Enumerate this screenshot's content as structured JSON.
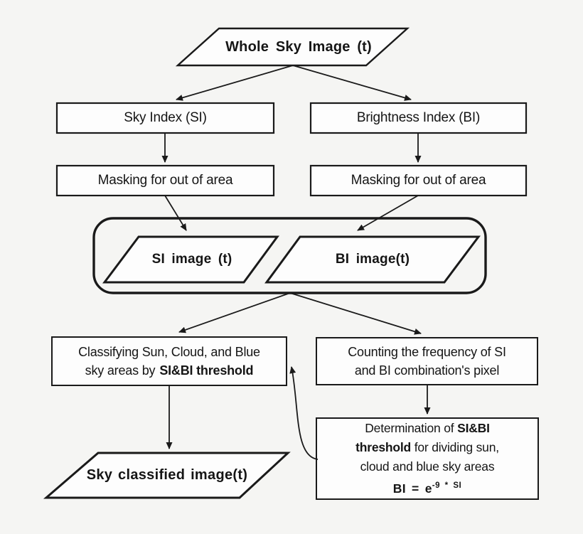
{
  "figure": {
    "type": "flowchart",
    "background_color": "#f5f5f3",
    "ink_color": "#1a1a1a",
    "node_fill_color": "#fdfdfd"
  },
  "nodes": {
    "whole_sky": {
      "label": "Whole Sky Image (t)",
      "shape": "parallelogram"
    },
    "sky_index": {
      "label": "Sky Index (SI)",
      "shape": "rect"
    },
    "brightness_index": {
      "label": "Brightness Index (BI)",
      "shape": "rect"
    },
    "masking_left": {
      "label": "Masking for out of area",
      "shape": "rect"
    },
    "masking_right": {
      "label": "Masking for out of area",
      "shape": "rect"
    },
    "si_image": {
      "label": "SI image (t)",
      "shape": "parallelogram"
    },
    "bi_image": {
      "label": "BI image(t)",
      "shape": "parallelogram"
    },
    "classify": {
      "shape": "rect",
      "line1": "Classifying Sun, Cloud, and Blue",
      "line2_normal": "sky areas by",
      "line2_bold": "SI&BI threshold"
    },
    "counting": {
      "shape": "rect",
      "line1": "Counting the frequency of SI",
      "line2": "and BI combination's pixel"
    },
    "determination": {
      "shape": "rect",
      "line1_normal": "Determination of",
      "line1_bold": "SI&BI",
      "line2_bold": "threshold",
      "line2_normal": "for dividing sun,",
      "line3": "cloud and blue sky areas",
      "formula_base": "BI = e",
      "formula_sup": "-9 * SI"
    },
    "sky_classified": {
      "label": "Sky classified image(t)",
      "shape": "parallelogram"
    }
  }
}
